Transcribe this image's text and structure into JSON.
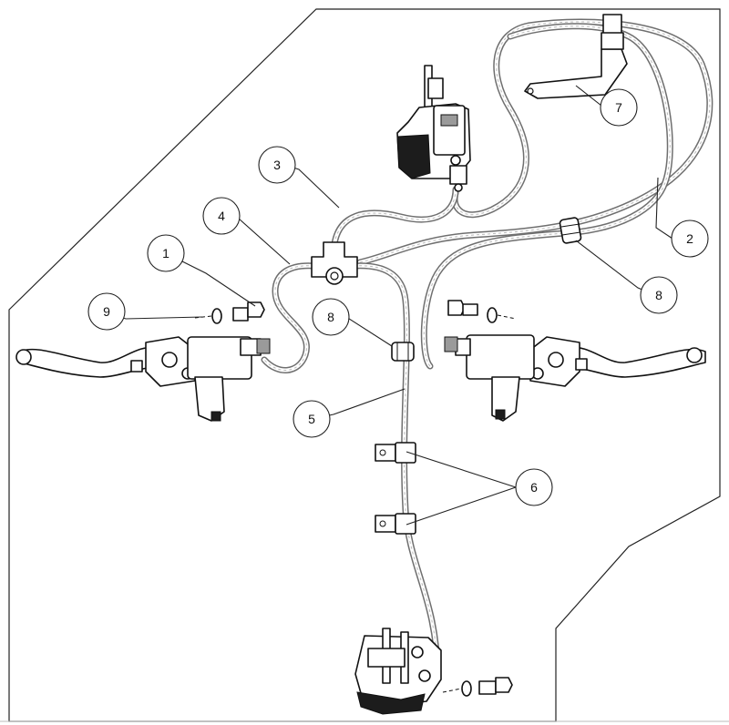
{
  "callouts": [
    {
      "id": "c1",
      "label": "1"
    },
    {
      "id": "c2",
      "label": "2"
    },
    {
      "id": "c3",
      "label": "3"
    },
    {
      "id": "c4",
      "label": "4"
    },
    {
      "id": "c5",
      "label": "5"
    },
    {
      "id": "c6",
      "label": "6"
    },
    {
      "id": "c7",
      "label": "7"
    },
    {
      "id": "c8a",
      "label": "8"
    },
    {
      "id": "c8b",
      "label": "8"
    },
    {
      "id": "c9",
      "label": "9"
    }
  ],
  "colors": {
    "line": "#222222",
    "hose_outline": "#6f6f6f",
    "part_fill_dark": "#1c1c1c",
    "background": "#ffffff"
  }
}
